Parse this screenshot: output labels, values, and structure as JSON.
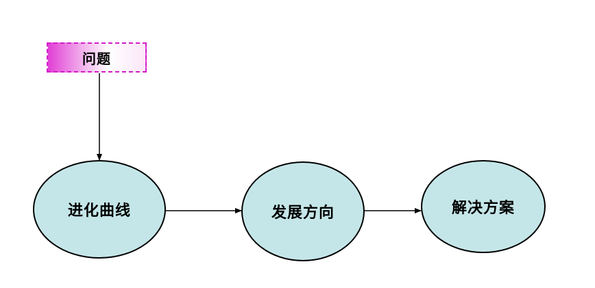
{
  "colors": {
    "node_fill": "#c5e6e8",
    "problem_border": "#d21cc8",
    "arrow": "#000000"
  },
  "problem": {
    "label": "问题"
  },
  "nodes": [
    {
      "label": "进化曲线"
    },
    {
      "label": "发展方向"
    },
    {
      "label": "解决方案"
    }
  ],
  "edges": [
    {
      "from": "问题",
      "to": "进化曲线"
    },
    {
      "from": "进化曲线",
      "to": "发展方向"
    },
    {
      "from": "发展方向",
      "to": "解决方案"
    }
  ]
}
